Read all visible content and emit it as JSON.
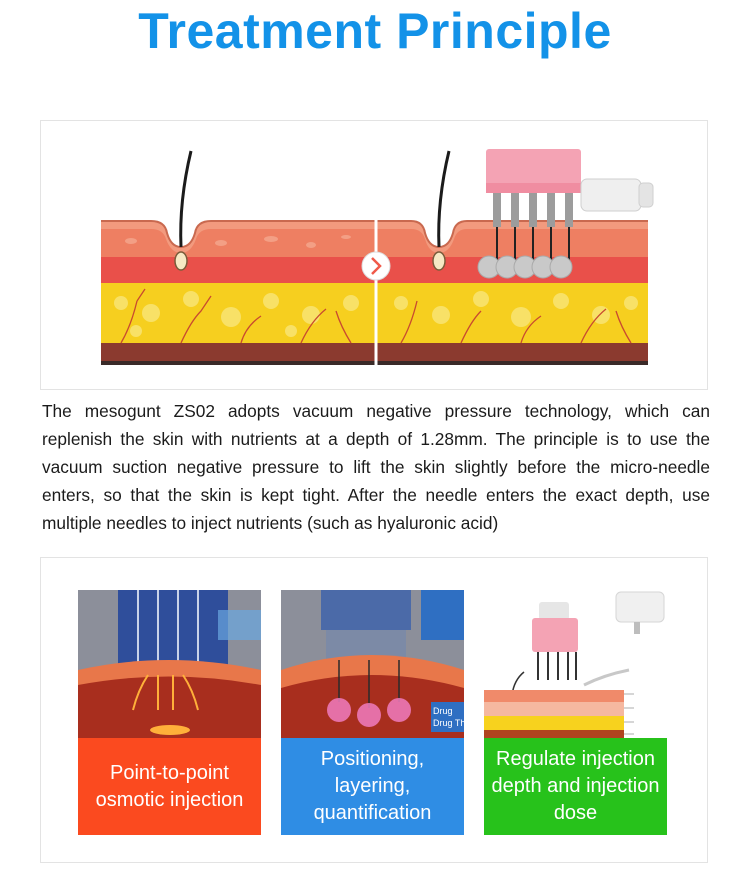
{
  "page": {
    "title": "Treatment Principle",
    "description": "The mesogunt ZS02 adopts vacuum negative pressure technology, which can replenish the skin with nutrients at a depth of 1.28mm. The principle is to use the vacuum suction negative pressure to lift the skin slightly before the micro-needle enters, so that the skin is kept tight. After the needle enters the exact depth, use multiple needles to inject nutrients (such as hyaluronic acid)"
  },
  "features": [
    {
      "label": "Point-to-point osmotic injection",
      "color": "#fb4a1f"
    },
    {
      "label": "Positioning, layering, quantification",
      "color": "#2f8de4"
    },
    {
      "label": "Regulate injection depth and injection dose",
      "color": "#27c21b"
    }
  ],
  "illustration_labels": {
    "card2_tag": "Drug Throu"
  },
  "colors": {
    "title": "#1392e8",
    "skin_epidermis": "#f08a6a",
    "skin_dermis": "#e85b45",
    "fat": "#f7d21e",
    "device_pink": "#f4a3b4"
  }
}
